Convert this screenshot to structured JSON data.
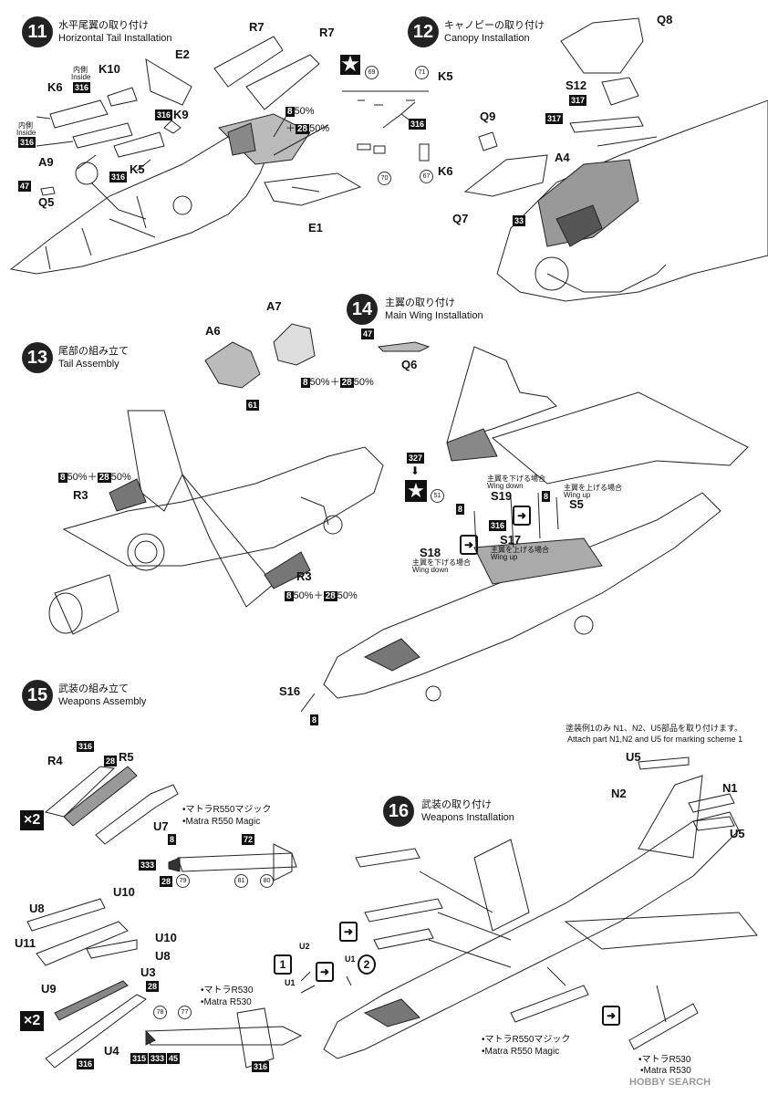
{
  "steps": {
    "s11": {
      "num": "11",
      "jp": "水平尾翼の取り付け",
      "en": "Horizontal Tail Installation"
    },
    "s12": {
      "num": "12",
      "jp": "キャノピーの取り付け",
      "en": "Canopy Installation"
    },
    "s13": {
      "num": "13",
      "jp": "尾部の組み立て",
      "en": "Tail Assembly"
    },
    "s14": {
      "num": "14",
      "jp": "主翼の取り付け",
      "en": "Main Wing Installation"
    },
    "s15": {
      "num": "15",
      "jp": "武装の組み立て",
      "en": "Weapons Assembly"
    },
    "s16": {
      "num": "16",
      "jp": "武装の取り付け",
      "en": "Weapons Installation"
    }
  },
  "parts": {
    "K10": "K10",
    "K6": "K6",
    "K9": "K9",
    "A9": "A9",
    "K5": "K5",
    "Q5": "Q5",
    "E2": "E2",
    "R7a": "R7",
    "R7b": "R7",
    "E1": "E1",
    "K5b": "K5",
    "K6b": "K6",
    "Q8": "Q8",
    "S12": "S12",
    "Q9": "Q9",
    "A4": "A4",
    "Q7": "Q7",
    "A6": "A6",
    "A7": "A7",
    "R3a": "R3",
    "R3b": "R3",
    "Q6": "Q6",
    "S19": "S19",
    "S5": "S5",
    "S17": "S17",
    "S18": "S18",
    "S16": "S16",
    "R4": "R4",
    "R5": "R5",
    "U7": "U7",
    "U10a": "U10",
    "U8a": "U8",
    "U11": "U11",
    "U10b": "U10",
    "U8b": "U8",
    "U9": "U9",
    "U3": "U3",
    "U4": "U4",
    "U5a": "U5",
    "N2": "N2",
    "N1": "N1",
    "U5b": "U5",
    "U2": "U2",
    "U1a": "U1",
    "U1b": "U1"
  },
  "codes": {
    "c316a": "316",
    "c316b": "316",
    "c316c": "316",
    "c316d": "316",
    "c47a": "47",
    "c8a": "8",
    "c316e": "316",
    "c317": "317",
    "c33": "33",
    "c61": "61",
    "c8b": "8",
    "c8c": "8",
    "c47b": "47",
    "c327": "327",
    "c8d": "8",
    "c8e": "8",
    "c8f": "8",
    "c316f": "316",
    "c8g": "8",
    "c316g": "316",
    "c28a": "28",
    "c8h": "8",
    "c72": "72",
    "c333a": "333",
    "c28b": "28",
    "c28c": "28",
    "c316h": "316",
    "c315": "315",
    "c333b": "333",
    "c45": "45",
    "c316i": "316"
  },
  "circles": {
    "n69": "69",
    "n71": "71",
    "n70": "70",
    "n67": "67",
    "n51": "51",
    "n79": "79",
    "n81": "81",
    "n80": "80",
    "n78": "78",
    "n77": "77"
  },
  "mixes": {
    "m11": "50%",
    "m11b": "＋",
    "m11c": "50%",
    "m13a": "50%＋",
    "m13b": "50%",
    "m13c": "50%＋",
    "m13d": "50%",
    "m13e": "50%＋",
    "m13f": "50%"
  },
  "notes": {
    "inside1_jp": "内側",
    "inside1_en": "Inside",
    "inside2_jp": "内側",
    "inside2_en": "Inside",
    "wdown1_jp": "主翼を下げる場合",
    "wdown1_en": "Wing down",
    "wup1_jp": "主翼を上げる場合",
    "wup1_en": "Wing up",
    "wup2_jp": "主翼を上げる場合",
    "wup2_en": "Wing up",
    "wdown2_jp": "主翼を下げる場合",
    "wdown2_en": "Wing down",
    "magic1_jp": "•マトラR550マジック",
    "magic1_en": "•Matra R550 Magic",
    "r530_jp": "•マトラR530",
    "r530_en": "•Matra R530",
    "scheme_jp": "塗装例1のみ N1、N2、U5部品を取り付けます。",
    "scheme_en": "Attach part N1,N2 and U5 for marking scheme 1",
    "magic2_jp": "•マトラR550マジック",
    "magic2_en": "•Matra R550 Magic",
    "r530b_jp": "•マトラR530",
    "r530b_en": "•Matra R530"
  },
  "multipliers": {
    "x2a": "×2",
    "x2b": "×2"
  },
  "scheme_marks": {
    "m1": "1",
    "m2": "2"
  },
  "watermark": "HOBBY SEARCH"
}
